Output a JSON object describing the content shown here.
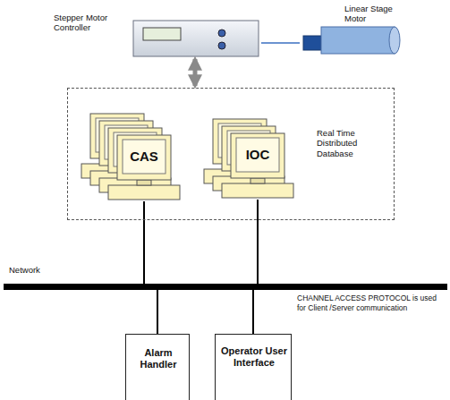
{
  "diagram": {
    "nodes": [
      {
        "text": [
          "Stepper Motor Controller"
        ]
      },
      {
        "text": [
          "Linear Stage Motor"
        ]
      },
      {
        "text": [
          "Real Time Distributed Database"
        ]
      },
      {
        "text": [
          "CAS"
        ],
        "in": 2
      },
      {
        "text": [
          "IOC"
        ],
        "in": 2
      },
      {
        "text": [
          "Network"
        ]
      },
      {
        "text": [
          "Alarm Handler"
        ]
      },
      {
        "text": [
          "Operator User Interface"
        ]
      }
    ],
    "edges": [
      {
        "from": 0,
        "to": 1,
        "arrow": "none"
      },
      {
        "from": 0,
        "to": 2,
        "arrow": "both"
      },
      {
        "from": 3,
        "to": 5,
        "arrow": "none"
      },
      {
        "from": 4,
        "to": 5,
        "arrow": "none"
      },
      {
        "from": 5,
        "to": 6,
        "arrow": "none"
      },
      {
        "from": 5,
        "to": 7,
        "arrow": "none"
      }
    ],
    "labels": [
      "CHANNEL ACCESS PROTOCOL is used for Client /Server communication"
    ]
  }
}
